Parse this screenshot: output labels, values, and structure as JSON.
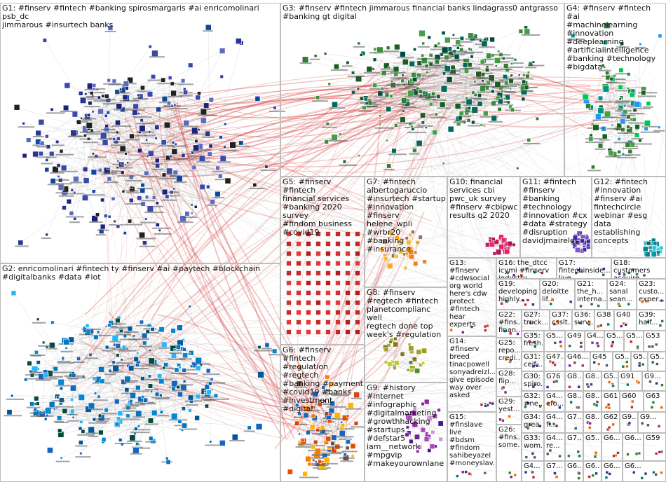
{
  "groups": [
    {
      "id": "G1",
      "label": "G1: #finserv #fintech #banking spirosmargaris #ai enricomolinari psb_dc\njimmarous #insurtech banks"
    },
    {
      "id": "G2",
      "label": "G2: enricomolinari #fintech ty #finserv #ai #paytech #blockchain\n#digitalbanks #data #iot"
    },
    {
      "id": "G3",
      "label": "G3: #finserv #fintech jimmarous financial banks lindagrass0 antgrasso\n#banking gt digital"
    },
    {
      "id": "G4",
      "label": "G4: #finserv #fintech #ai\n#machinelearning\n#innovation\n#deeplearning\n#artificialintelligence\n#banking #technology\n#bigdata"
    },
    {
      "id": "G5",
      "label": "G5: #finserv #fintech\nfinancial services\n#banking 2020 survey\n#findom business\n#covid19"
    },
    {
      "id": "G6",
      "label": "G6: #finserv #fintech\n#regulation #regtech\n#banking #payment\n#covid19 #banks\n#investment #digital"
    },
    {
      "id": "G7",
      "label": "G7: #fintech\nalbertogaruccio\n#insurtech #startup\n#innovation #finserv\nhelene_wpli #wrbr20\n#banking #insurance"
    },
    {
      "id": "G8",
      "label": "G8: #finserv\n#regtech #fintech\nplanetcomplianc well\nregtech done top\nweek's #regulation"
    },
    {
      "id": "G9",
      "label": "G9: #history\n#internet\n#infographic\n#digitalmarketing\n#growthhacking\n#startups #defstar5\niam__network\n#mpgvip\n#makeyourownlane"
    },
    {
      "id": "G10",
      "label": "G10: financial\nservices cbi\npwc_uk survey\n#finserv #cbipwc\nresults q2 2020"
    },
    {
      "id": "G11",
      "label": "G11: #fintech\n#finserv #banking\n#technology\n#innovation #cx\n#data #strategy\n#disruption\ndavidjmaireles"
    },
    {
      "id": "G12",
      "label": "G12: #fintech\n#innovation\n#finserv #ai\nfintechcircle\nwebinar #esg data\nestablishing\nconcepts"
    },
    {
      "id": "G13",
      "label": "G13: #finserv\n#cdwsocial\norg world\nhere's cdw\nprotect\n#fintech hear\nexperts"
    },
    {
      "id": "G14",
      "label": "G14: #finserv\nbreed\ntinacpowell\nsonyadreizl...\ngive episode\nway over\nasked"
    },
    {
      "id": "G15",
      "label": "G15:\n#finslave live\n#bdsm\n#findom\nsahibeyazel\n#moneyslav..."
    },
    {
      "id": "G16",
      "label": "G16: the_dtcc\nicymi #finserv\nindustry"
    },
    {
      "id": "G17",
      "label": "G17:\nfintechinside...\nlive speaking..."
    },
    {
      "id": "G18",
      "label": "G18:\ncustomers\nacquire..."
    },
    {
      "id": "G19",
      "label": "G19:\ndeveloping\nhighly..."
    },
    {
      "id": "G20",
      "label": "G20:\ndeloitte\nlif..."
    },
    {
      "id": "G21",
      "label": "G21:\nthe_h...\ninterna..."
    },
    {
      "id": "G22",
      "label": "G22:\n#fins...\nfinan..."
    },
    {
      "id": "G23",
      "label": "G23:\ncusto...\nexper..."
    },
    {
      "id": "G24",
      "label": "G24:\nsanal\nsean..."
    },
    {
      "id": "G25",
      "label": "G25:\nrepo...\ncredi..."
    },
    {
      "id": "G26",
      "label": "G26:\n#fins...\nsome..."
    },
    {
      "id": "G27",
      "label": "G27:\ntruck..."
    },
    {
      "id": "G28",
      "label": "G28:\nflip..."
    },
    {
      "id": "G29",
      "label": "G29:\nyest..."
    },
    {
      "id": "G30",
      "label": "G30:\nspiro..."
    },
    {
      "id": "G31",
      "label": "G31:\nceif..."
    },
    {
      "id": "G32",
      "label": "G32:\n#ne..."
    },
    {
      "id": "G33",
      "label": "G33:\nwom..."
    },
    {
      "id": "G34",
      "label": "G34:\ngrea..."
    },
    {
      "id": "G35",
      "label": "G35:\nfresh..."
    },
    {
      "id": "G36",
      "label": "G36:\nsurv..."
    },
    {
      "id": "G37",
      "label": "G37:\ncsslt..."
    },
    {
      "id": "G38",
      "label": "G38"
    },
    {
      "id": "G39",
      "label": "G39:\nhalf..."
    },
    {
      "id": "G40",
      "label": "G40"
    },
    {
      "id": "G41",
      "label": "G4..."
    },
    {
      "id": "G42",
      "label": "G4..."
    },
    {
      "id": "G43",
      "label": "G4...\nfi..."
    },
    {
      "id": "G44",
      "label": "G4...\nre..."
    },
    {
      "id": "G45",
      "label": "G45"
    },
    {
      "id": "G46",
      "label": "G46..."
    },
    {
      "id": "G47",
      "label": "G47..."
    },
    {
      "id": "G48",
      "label": "G4...\nefo..."
    },
    {
      "id": "G49",
      "label": "G49"
    },
    {
      "id": "G50",
      "label": "G5..."
    },
    {
      "id": "G51",
      "label": "G5..."
    },
    {
      "id": "G52",
      "label": "G5..."
    },
    {
      "id": "G53",
      "label": "G53"
    },
    {
      "id": "G54",
      "label": "G5..."
    },
    {
      "id": "G55",
      "label": "G5..."
    },
    {
      "id": "G56",
      "label": "G5..."
    },
    {
      "id": "G57",
      "label": "G5..."
    },
    {
      "id": "G58",
      "label": "G5..."
    },
    {
      "id": "G59",
      "label": "G59"
    },
    {
      "id": "G60",
      "label": "G60"
    },
    {
      "id": "G61",
      "label": "G61"
    },
    {
      "id": "G62",
      "label": "G62"
    },
    {
      "id": "G63",
      "label": "G63"
    },
    {
      "id": "G64",
      "label": "G6..."
    },
    {
      "id": "G65",
      "label": "G6..."
    },
    {
      "id": "G66",
      "label": "G6..."
    },
    {
      "id": "G67",
      "label": "G6..."
    },
    {
      "id": "G68",
      "label": "G6..."
    },
    {
      "id": "G69",
      "label": "G6..."
    },
    {
      "id": "G76",
      "label": "G76"
    },
    {
      "id": "G77",
      "label": "G7..."
    },
    {
      "id": "G78",
      "label": "G7..."
    },
    {
      "id": "G79",
      "label": "G7..."
    },
    {
      "id": "G80",
      "label": "G8..."
    },
    {
      "id": "G81",
      "label": "G8..."
    },
    {
      "id": "G82",
      "label": "G8..."
    },
    {
      "id": "G83",
      "label": "G8..."
    },
    {
      "id": "G84",
      "label": "G8..."
    },
    {
      "id": "G91",
      "label": "G91"
    },
    {
      "id": "G92",
      "label": "G9..."
    },
    {
      "id": "G93",
      "label": "G9..."
    },
    {
      "id": "G99",
      "label": "G9..."
    }
  ]
}
